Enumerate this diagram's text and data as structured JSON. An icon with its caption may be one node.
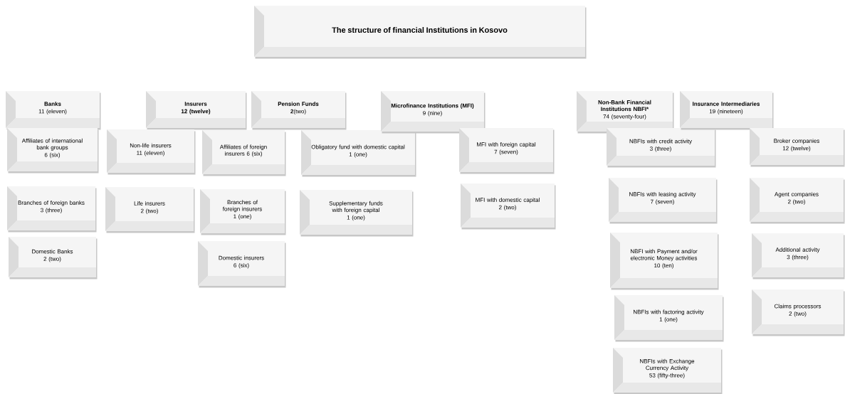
{
  "diagram": {
    "nodes": [
      {
        "text": [
          "The structure of financial Institutions in Kosovo"
        ]
      },
      {
        "text": [
          "Banks",
          "11 (eleven)"
        ]
      },
      {
        "text": [
          "Affiliates of international bank groups",
          "6 (six)"
        ]
      },
      {
        "text": [
          "Branches of foreign banks",
          "3 (three)"
        ]
      },
      {
        "text": [
          "Domestic Banks",
          "2 (two)"
        ]
      },
      {
        "text": [
          "Insurers",
          "12 (twelve)"
        ]
      },
      {
        "text": [
          "Non-life insurers",
          "11 (eleven)"
        ]
      },
      {
        "text": [
          "Life insurers",
          "2 (two)"
        ]
      },
      {
        "text": [
          "Affiliates of foreign insurers 6 (six)"
        ]
      },
      {
        "text": [
          "Branches of foreign insurers",
          "1 (one)"
        ]
      },
      {
        "text": [
          "Domestic insurers",
          "6 (six)"
        ]
      },
      {
        "text": [
          "Pension Funds",
          "**2**(two)"
        ]
      },
      {
        "text": [
          "Obligatory fund with domestic capital",
          "1 (one)"
        ]
      },
      {
        "text": [
          "Supplementary funds with foreign capital",
          "1 (one)"
        ]
      },
      {
        "text": [
          "Microfinance Institutions (MFI)",
          "9 (nine)"
        ]
      },
      {
        "text": [
          "MFI with foreign capital",
          "7 (seven)"
        ]
      },
      {
        "text": [
          "MFI with domestic capital",
          "2 (two)"
        ]
      },
      {
        "text": [
          "Non-Bank Financial Institutions NBFI*",
          "74 (seventy-four)"
        ]
      },
      {
        "text": [
          "NBFIs with credit activity",
          "3 (three)"
        ]
      },
      {
        "text": [
          "NBFIs with leasing activity",
          "7 (seven)"
        ]
      },
      {
        "text": [
          "NBFI with Payment and/or electronic Money activities",
          "10 (ten)"
        ]
      },
      {
        "text": [
          "NBFIs with factoring activity",
          "1 (one)"
        ]
      },
      {
        "text": [
          "NBFIs with Exchange Currency Activity",
          "53 (fifty-three)"
        ]
      },
      {
        "text": [
          "Insurance Intermediaries",
          "19 (nineteen)"
        ]
      },
      {
        "text": [
          "Broker companies",
          "12 (twelve)"
        ]
      },
      {
        "text": [
          "Agent companies",
          "2 (two)"
        ]
      },
      {
        "text": [
          "Additional activity",
          "3 (three)"
        ]
      },
      {
        "text": [
          "Claims processors",
          "2 (two)"
        ]
      }
    ]
  }
}
